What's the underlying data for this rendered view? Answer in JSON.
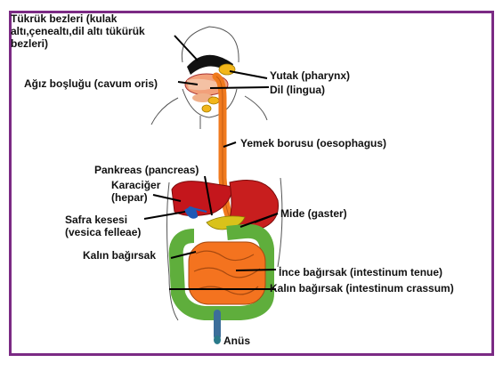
{
  "labels": {
    "salivary": [
      "Tükrük bezleri (kulak",
      "altı,çenealtı,dil altı tükürük",
      "bezleri)"
    ],
    "mouth": "Ağız boşluğu (cavum oris)",
    "pharynx": "Yutak (pharynx)",
    "tongue": "Dil (lingua)",
    "esophagus": "Yemek borusu (oesophagus)",
    "pancreas": "Pankreas (pancreas)",
    "liver": [
      "Karaciğer",
      "(hepar)"
    ],
    "gallbladder": [
      "Safra kesesi",
      "(vesica felleae)"
    ],
    "stomach": "Mide (gaster)",
    "large_intestine_short": "Kalın bağırsak",
    "small_intestine": "İnce bağırsak (intestinum tenue)",
    "large_intestine": "Kalın bağırsak (intestinum crassum)",
    "anus": "Anüs"
  },
  "colors": {
    "frame": "#7b2a84",
    "esophagus": "#f07a1e",
    "liver": "#c4161c",
    "stomach": "#c81e1e",
    "small_intestine": "#f4731f",
    "large_intestine": "#5fae3c",
    "gallbladder": "#1f58b5",
    "pancreas": "#d9c21a",
    "glands": "#f2b61a",
    "anus": "#2a7a8a"
  }
}
